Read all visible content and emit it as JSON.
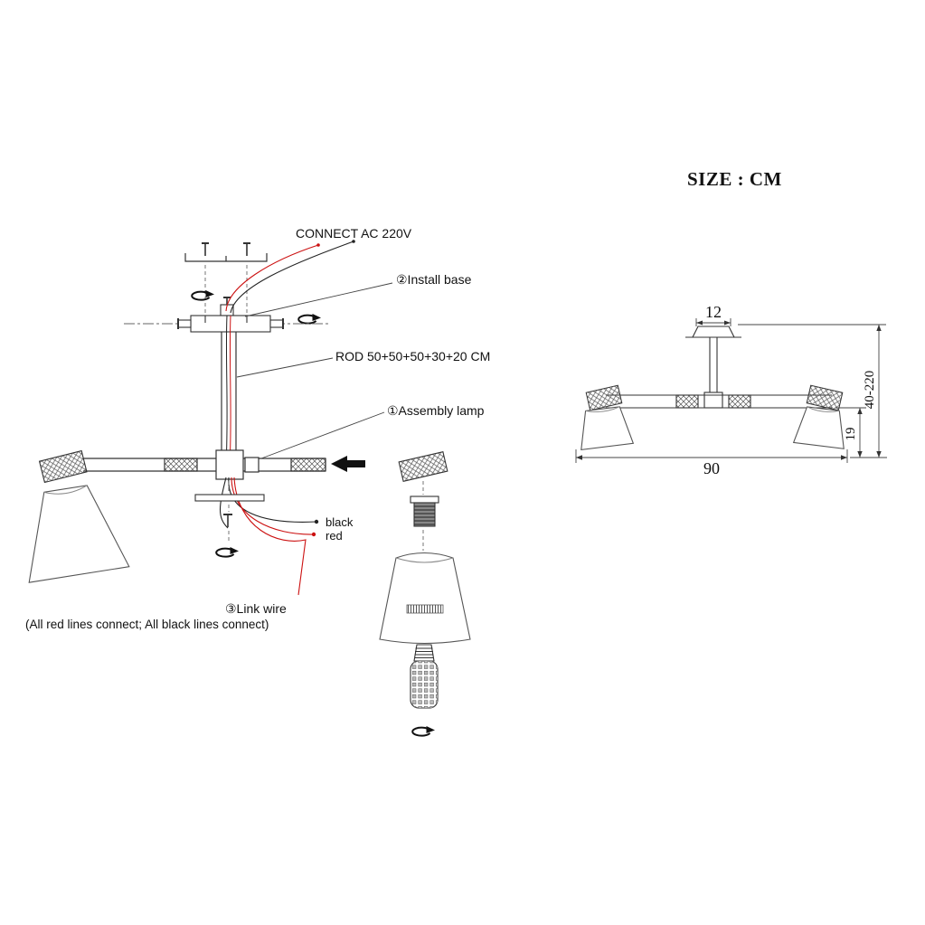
{
  "size_note": {
    "label": "SIZE : CM"
  },
  "assembly": {
    "labels": {
      "connect_power": "CONNECT AC 220V",
      "install_base": "②Install base",
      "rod_spec": "ROD 50+50+50+30+20 CM",
      "assembly_lamp": "①Assembly lamp",
      "wire_black": "black",
      "wire_red": "red",
      "link_wire": "③Link wire",
      "wiring_note": "(All red lines connect; All black lines connect)"
    },
    "colors": {
      "wire_red": "#cc1111",
      "wire_black": "#222222",
      "line": "#333333"
    },
    "icons": {
      "screw_twist": "screw-twist-icon",
      "insert_arrow": "insert-direction-arrow"
    }
  },
  "dimension_drawing": {
    "canopy_width": "12",
    "overall_width": "90",
    "lamp_height": "19",
    "adjustable_height": "40-220"
  }
}
